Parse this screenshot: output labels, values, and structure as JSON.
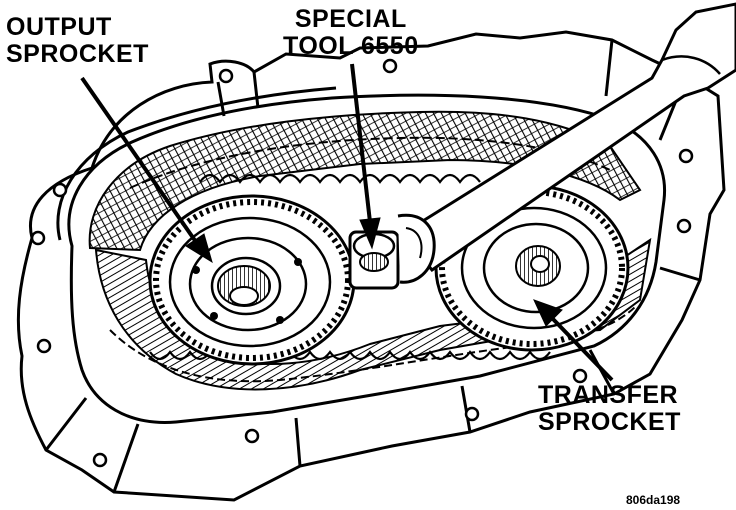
{
  "labels": {
    "output_sprocket": [
      "OUTPUT",
      "SPROCKET"
    ],
    "special_tool": [
      "SPECIAL",
      "TOOL 6550"
    ],
    "transfer_sprocket": [
      "TRANSFER",
      "SPROCKET"
    ]
  },
  "figure_id": "806da198",
  "colors": {
    "line": "#000000",
    "paper": "#ffffff"
  }
}
